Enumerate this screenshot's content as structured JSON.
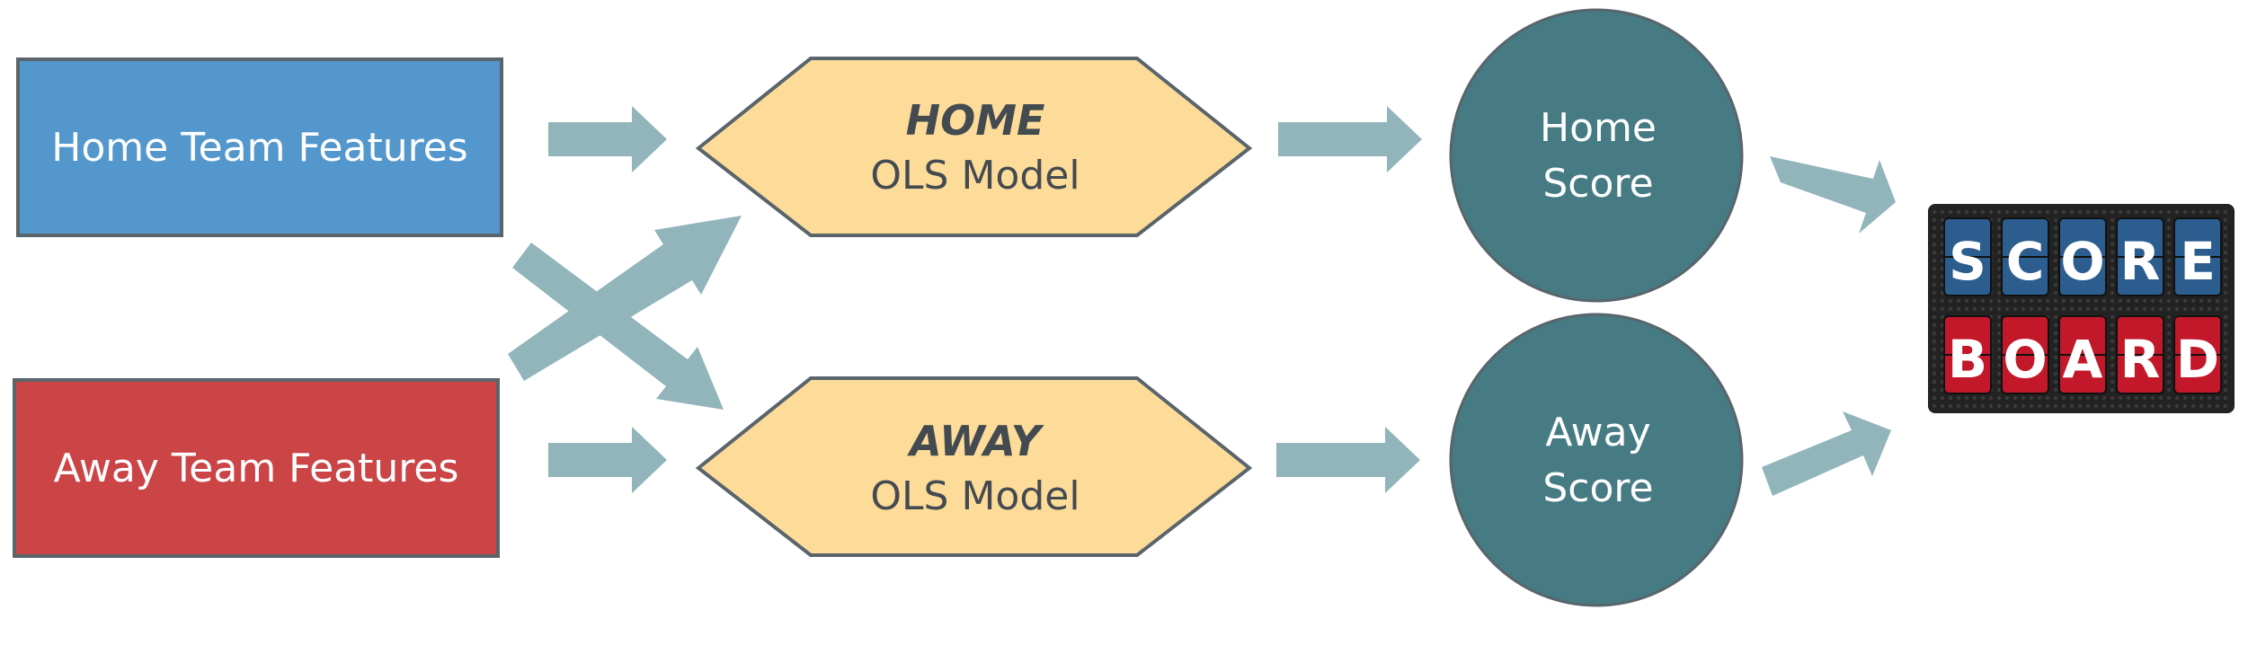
{
  "inputs": {
    "home": "Home Team Features",
    "away": "Away Team Features"
  },
  "models": {
    "home": {
      "emphasis": "HOME",
      "name": "OLS Model"
    },
    "away": {
      "emphasis": "AWAY",
      "name": "OLS Model"
    }
  },
  "outputs": {
    "home": {
      "line1": "Home",
      "line2": "Score"
    },
    "away": {
      "line1": "Away",
      "line2": "Score"
    }
  },
  "scoreboard": {
    "row1": [
      "S",
      "C",
      "O",
      "R",
      "E"
    ],
    "row2": [
      "B",
      "O",
      "A",
      "R",
      "D"
    ]
  },
  "colors": {
    "home_box": "#5397cc",
    "away_box": "#cb4446",
    "model_fill": "#fddc9a",
    "score_circle": "#467b84",
    "arrow": "#91b5ba",
    "outline": "#59646b",
    "tile_blue": "#2b5d8f",
    "tile_red": "#c3182a"
  }
}
